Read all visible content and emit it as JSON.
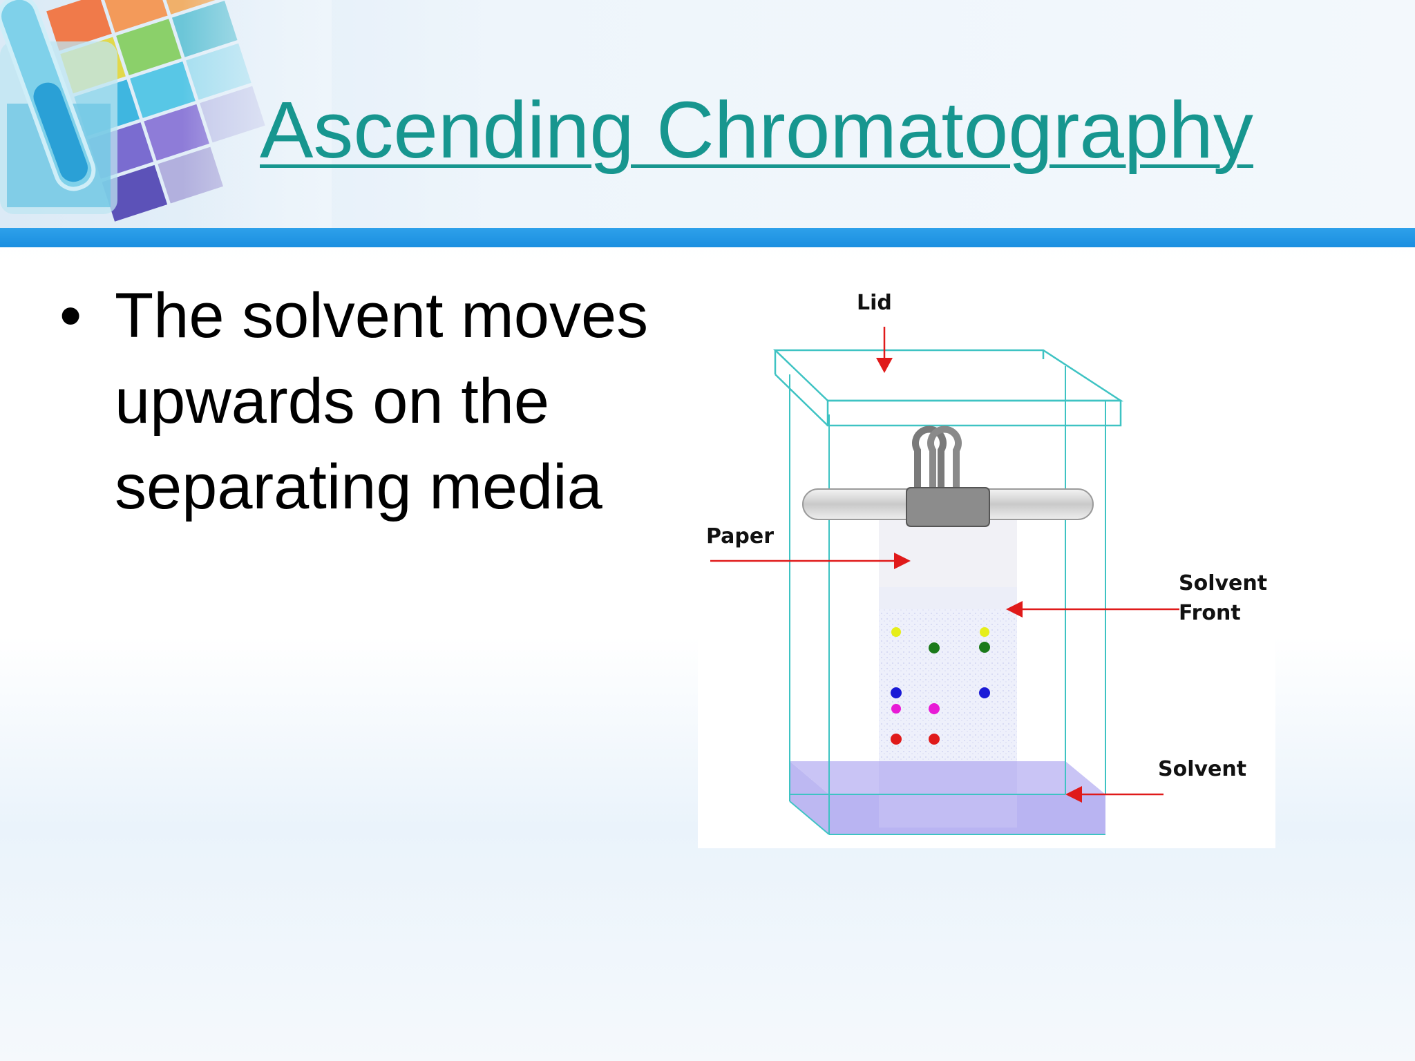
{
  "slide": {
    "title": "Ascending Chromatography",
    "bullets": [
      "The solvent moves upwards on the separating media"
    ]
  },
  "diagram": {
    "labels": {
      "lid": "Lid",
      "paper": "Paper",
      "solvent_front_line1": "Solvent",
      "solvent_front_line2": "Front",
      "solvent": "Solvent"
    },
    "spot_colors": {
      "yellow": "#e6ee1a",
      "green": "#1a7a1a",
      "blue": "#1a1ad6",
      "magenta": "#e81ad6",
      "red": "#e01a1a"
    },
    "icons": [
      "binder-clip-icon",
      "glass-rod-icon",
      "arrow-icon"
    ]
  },
  "colors": {
    "title": "#17968f",
    "accent_bar": "#1a8ee0",
    "tank_outline": "#3ec3c3",
    "solvent": "#b9b4f2",
    "arrow": "#e01a1a"
  }
}
